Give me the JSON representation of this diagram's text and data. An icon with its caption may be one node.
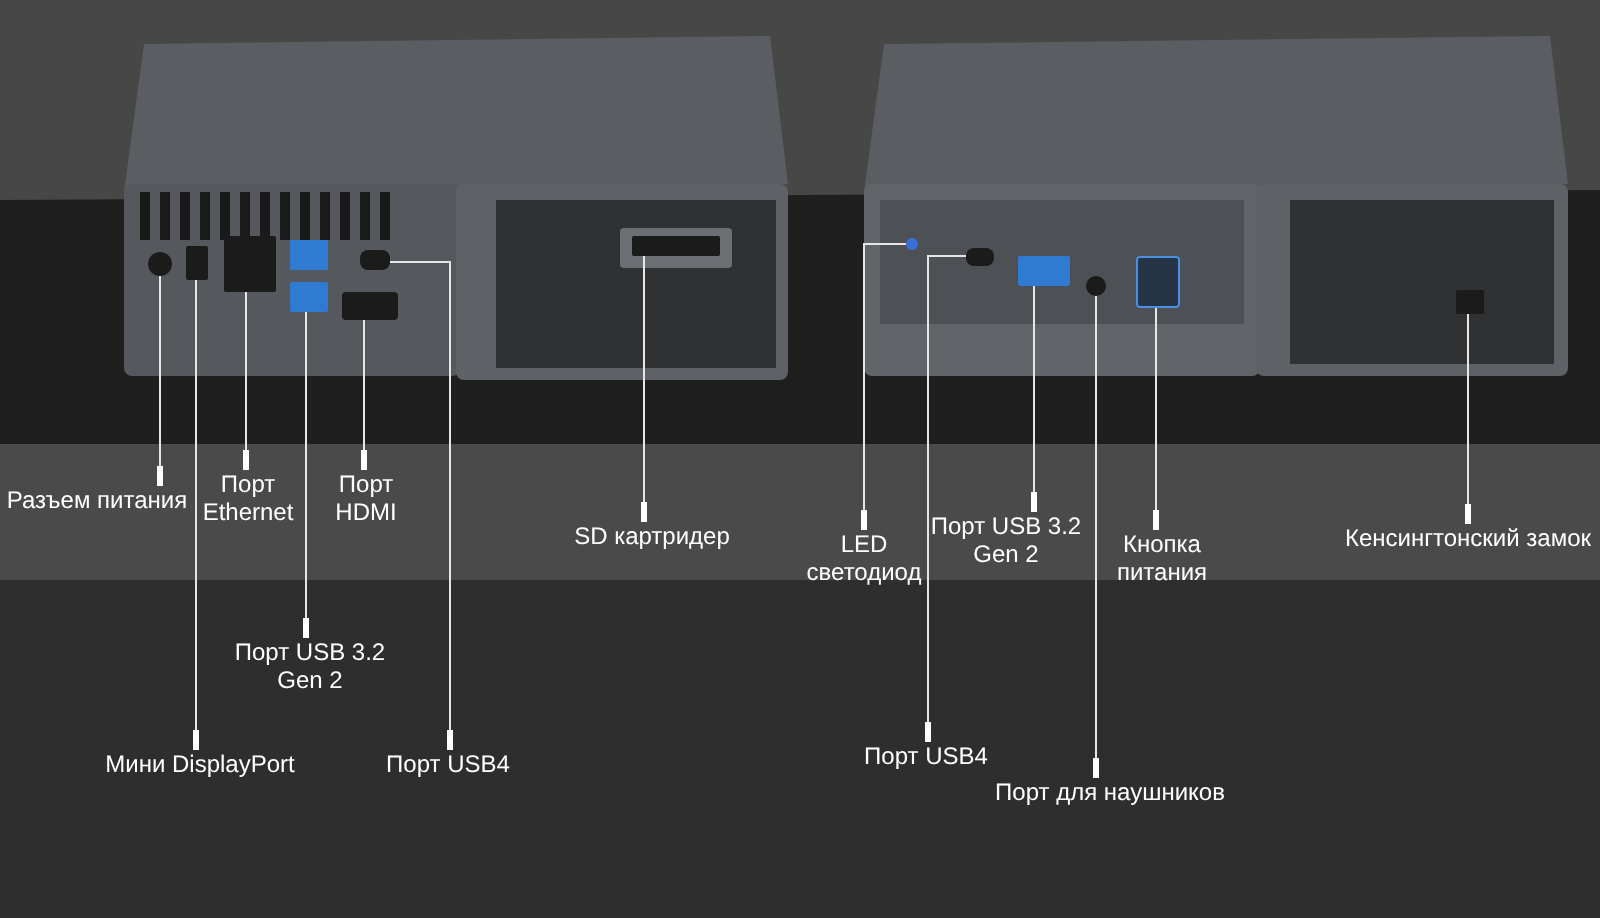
{
  "diagram": {
    "nodes": [
      {
        "text": [
          "Разъем питания"
        ]
      },
      {
        "text": [
          "Мини DisplayPort"
        ]
      },
      {
        "text": [
          "Порт Ethernet"
        ]
      },
      {
        "text": [
          "Порт USB 3.2 Gen 2"
        ]
      },
      {
        "text": [
          "Порт HDMI"
        ]
      },
      {
        "text": [
          "Порт USB4"
        ]
      },
      {
        "text": [
          "SD картридер"
        ]
      },
      {
        "text": [
          "LED светодиод"
        ]
      },
      {
        "text": [
          "Порт USB4"
        ]
      },
      {
        "text": [
          "Порт USB 3.2 Gen 2"
        ]
      },
      {
        "text": [
          "Порт для наушников"
        ]
      },
      {
        "text": [
          "Кнопка питания"
        ]
      },
      {
        "text": [
          "Кенсингтонский замок"
        ]
      },
      {
        "text": [],
        "shape": "circle"
      },
      {
        "text": [],
        "shape": "box"
      },
      {
        "text": [],
        "shape": "box"
      },
      {
        "text": [],
        "shape": "box"
      },
      {
        "text": [],
        "shape": "box"
      },
      {
        "text": [],
        "shape": "box"
      },
      {
        "text": [],
        "shape": "box"
      },
      {
        "text": [],
        "shape": "circle"
      },
      {
        "text": [],
        "shape": "box"
      },
      {
        "text": [],
        "shape": "box"
      },
      {
        "text": [],
        "shape": "circle"
      },
      {
        "text": [],
        "shape": "box"
      },
      {
        "text": [],
        "shape": "box"
      }
    ],
    "edges": [
      {
        "from": 0,
        "to": 13,
        "arrow": "other"
      },
      {
        "from": 1,
        "to": 14,
        "arrow": "other"
      },
      {
        "from": 2,
        "to": 15,
        "arrow": "other"
      },
      {
        "from": 3,
        "to": 16,
        "arrow": "other"
      },
      {
        "from": 4,
        "to": 17,
        "arrow": "other"
      },
      {
        "from": 5,
        "to": 18,
        "arrow": "other"
      },
      {
        "from": 6,
        "to": 19,
        "arrow": "other"
      },
      {
        "from": 7,
        "to": 20,
        "arrow": "other"
      },
      {
        "from": 8,
        "to": 21,
        "arrow": "other"
      },
      {
        "from": 9,
        "to": 22,
        "arrow": "other"
      },
      {
        "from": 10,
        "to": 23,
        "arrow": "other"
      },
      {
        "from": 11,
        "to": 24,
        "arrow": "other"
      },
      {
        "from": 12,
        "to": 25,
        "arrow": "other"
      }
    ]
  }
}
